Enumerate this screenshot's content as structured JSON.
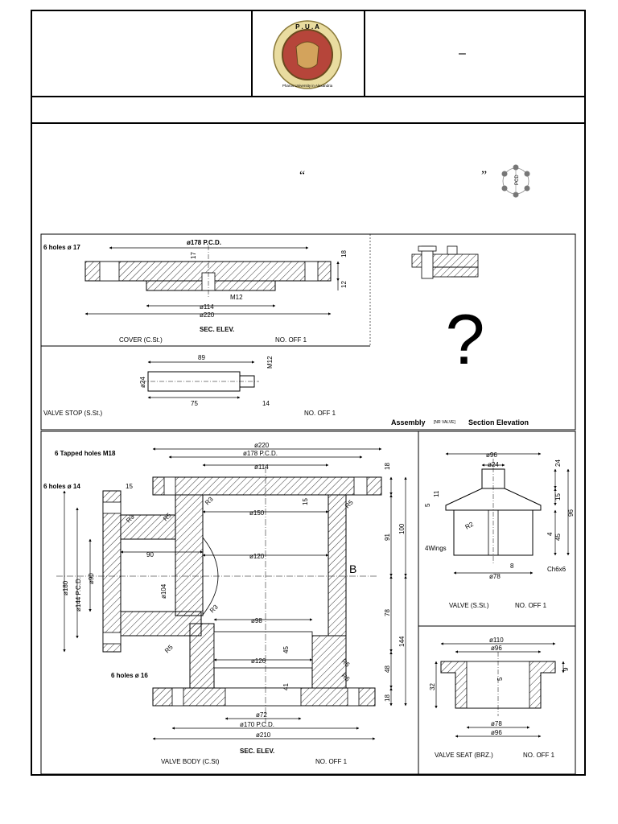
{
  "header": {
    "logo_text": "P . U . A",
    "logo_ring_text": "Pharos University in Alexandria",
    "dash": "–"
  },
  "task": {
    "open_quote": "“",
    "close_quote": "”",
    "pcd_label": "PCD"
  },
  "cover": {
    "holes_label": "6 holes ø 17",
    "pcd_label": "ø178 P.C.D.",
    "dim_17": "17",
    "dim_18": "18",
    "dim_12": "12",
    "m12": "M12",
    "d114": "ø114",
    "d220": "ø220",
    "sec_elev": "SEC. ELEV.",
    "name": "COVER (C.St.)",
    "no_off": "NO. OFF 1"
  },
  "valve_stop": {
    "dim_89": "89",
    "m12": "M12",
    "d24": "ø24",
    "dim_75": "75",
    "dim_14": "14",
    "name": "VALVE STOP (S.St.)",
    "no_off": "NO. OFF 1"
  },
  "assembly": {
    "question": "?",
    "label_pre": "Assembly",
    "label_small": "[NR VALVE]",
    "label_post": "Section Elevation"
  },
  "body": {
    "tapped": "6 Tapped holes M18",
    "d220": "ø220",
    "pcd178": "ø178 P.C.D.",
    "d114": "ø114",
    "holes14": "6 holes ø 14",
    "dim_15": "15",
    "r3a": "R3",
    "r5a": "R5",
    "r3b": "R3",
    "r5b": "R5",
    "d150": "ø150",
    "dim_15b": "15",
    "d180": "ø180",
    "d144pcd": "ø144 P.C.D.",
    "d90": "ø90",
    "dim_90": "90",
    "d104": "ø104",
    "d120": "ø120",
    "letter_b": "B",
    "r3c": "R3",
    "d98": "ø98",
    "r5c": "R5",
    "d126": "ø126",
    "dim_45": "45",
    "r5d": "R5",
    "holes16": "6 holes ø 16",
    "dim_41": "41",
    "r5e": "R5",
    "d72": "ø72",
    "pcd170": "ø170 P.C.D.",
    "d210": "ø210",
    "dim_18": "18",
    "dim_91": "91",
    "dim_100": "100",
    "dim_78": "78",
    "dim_144": "144",
    "dim_48": "48",
    "dim_18b": "18",
    "sec_elev": "SEC. ELEV.",
    "name": "VALVE BODY (C.St)",
    "no_off": "NO. OFF 1"
  },
  "valve": {
    "d96": "ø96",
    "d24": "ø24",
    "dim_24": "24",
    "dim_15": "15",
    "dim_96": "96",
    "dim_11": "11",
    "dim_5": "5",
    "r2": "R2",
    "dim_4": "4",
    "dim_45": "45",
    "wings": "4Wings",
    "dim_8": "8",
    "d78": "ø78",
    "ch": "Ch6x6",
    "name": "VALVE (S.St.)",
    "no_off": "NO. OFF 1"
  },
  "seat": {
    "d110": "ø110",
    "d96": "ø96",
    "dim_9": "9",
    "dim_32": "32",
    "dim_5": "5",
    "d78": "ø78",
    "d96b": "ø96",
    "name": "VALVE SEAT (BRZ.)",
    "no_off": "NO. OFF 1"
  }
}
